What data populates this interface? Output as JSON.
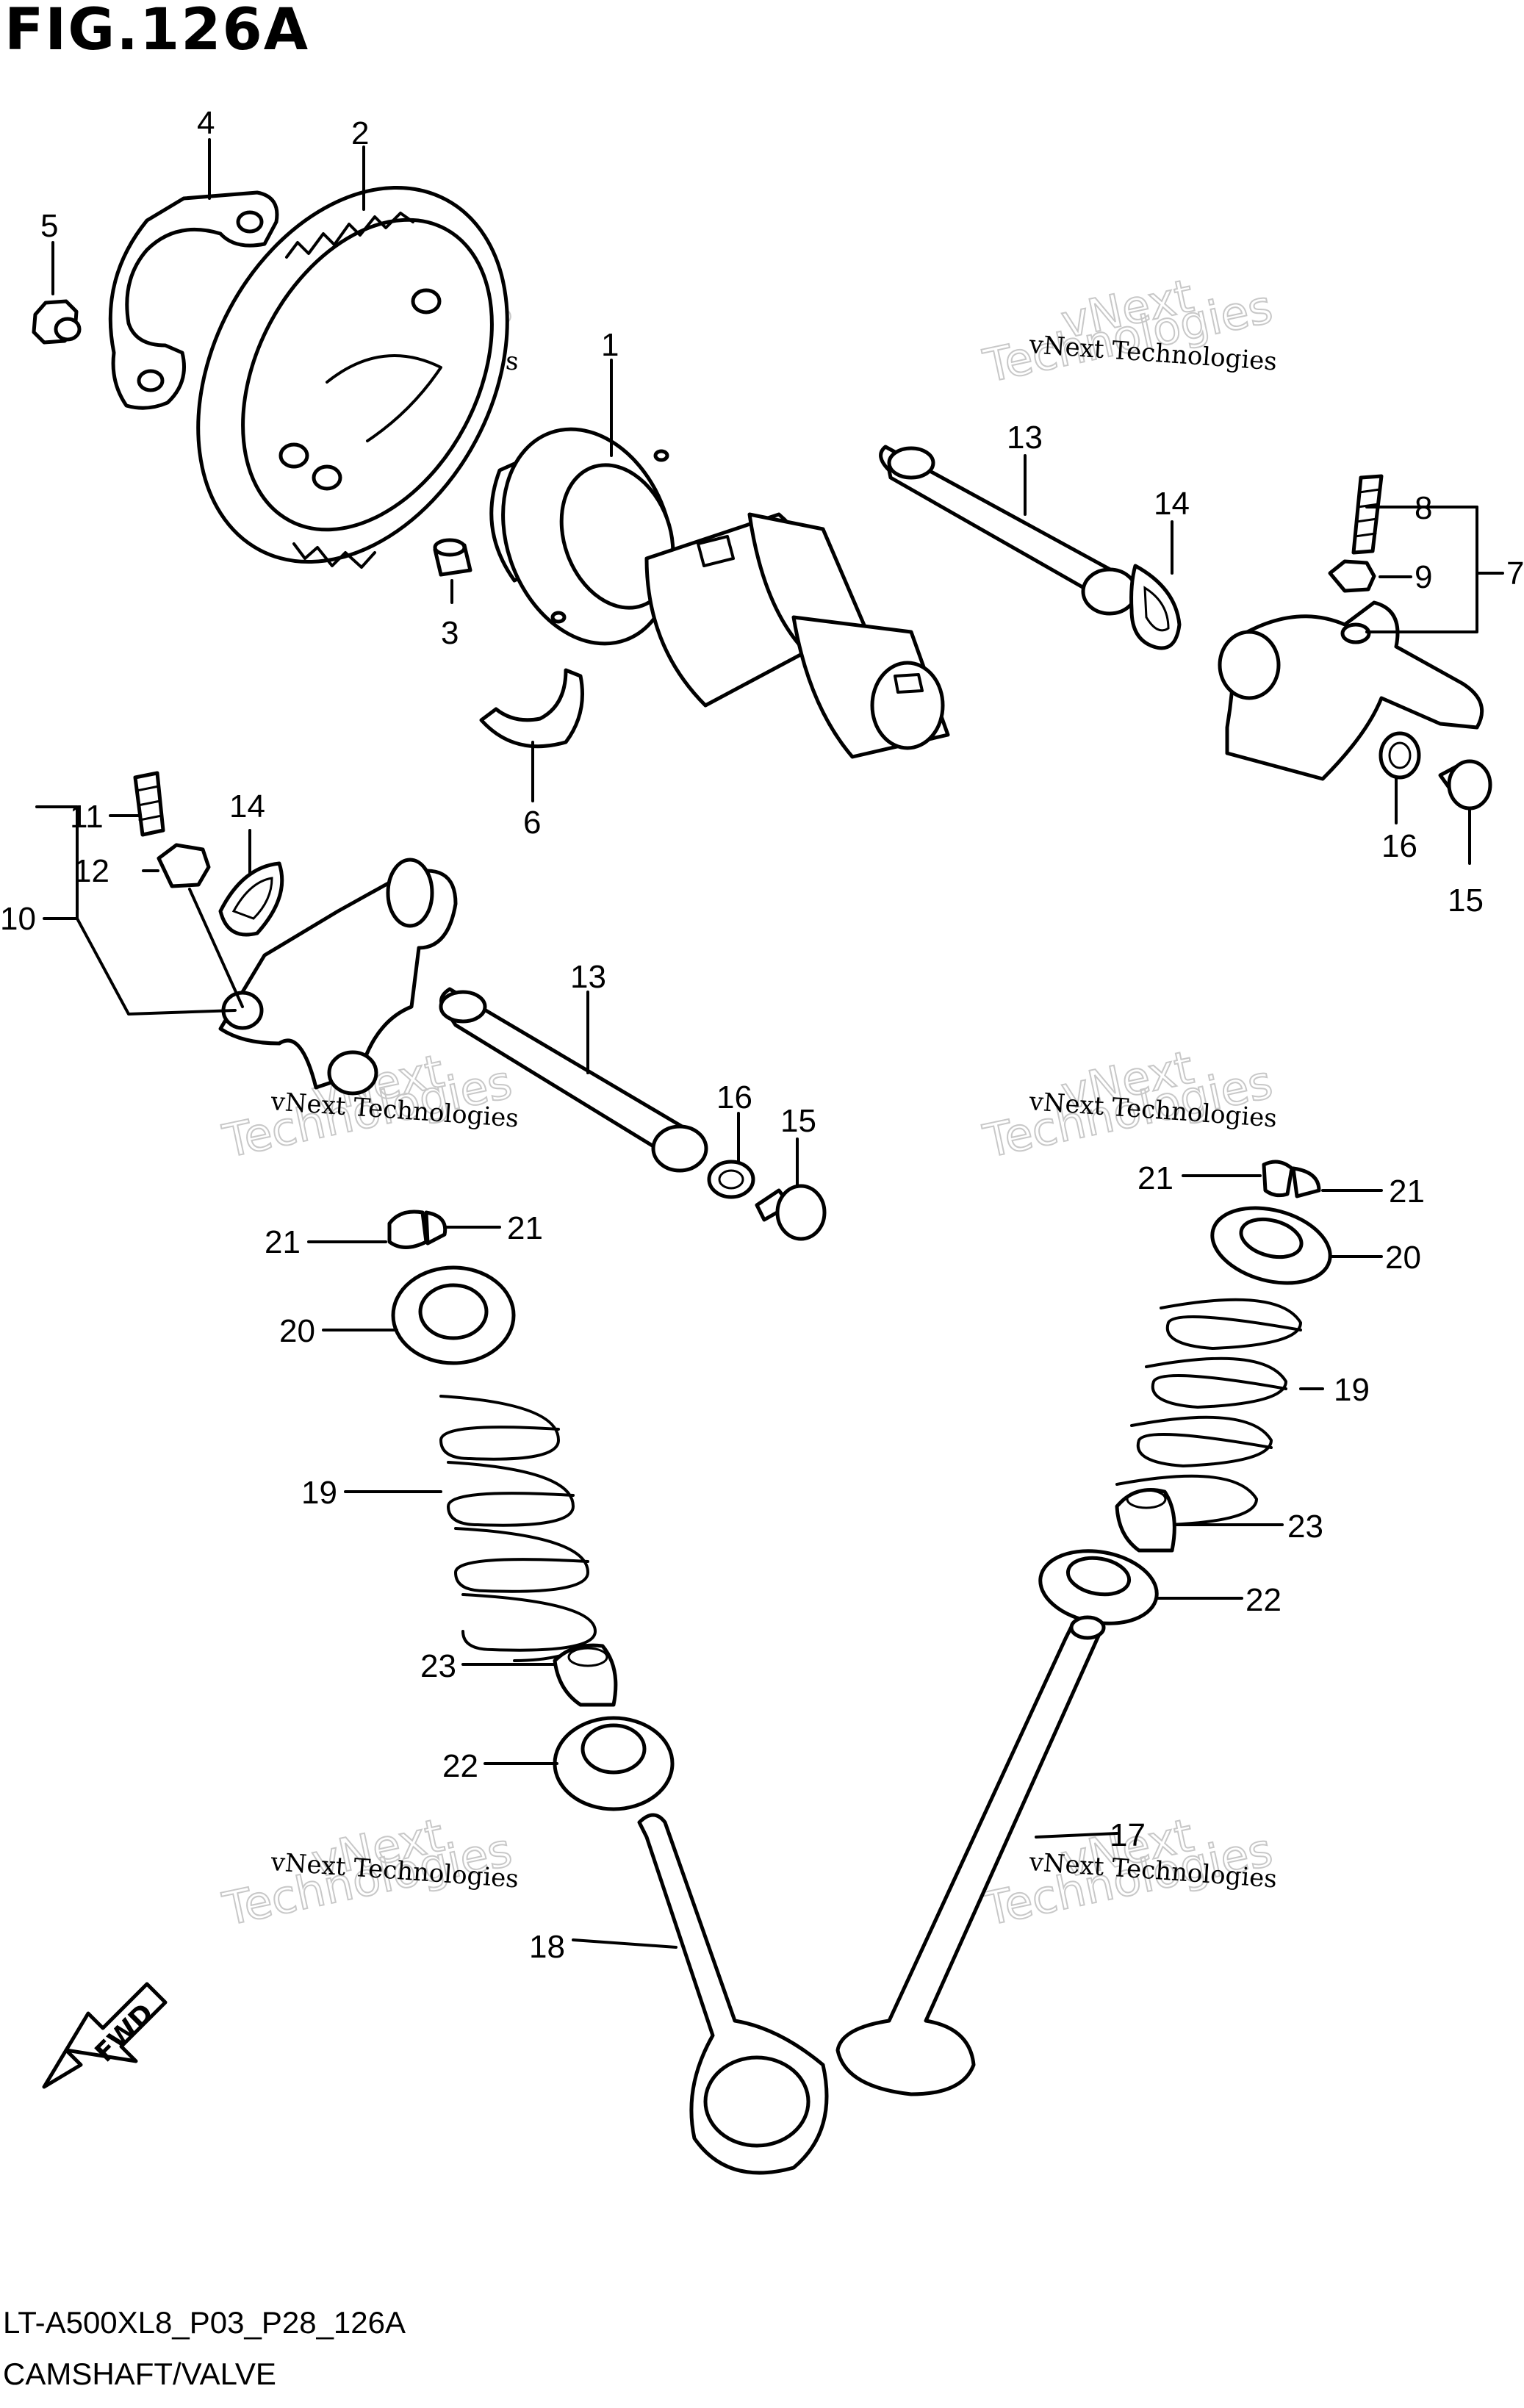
{
  "figure": {
    "title": "FIG.126A",
    "code": "LT-A500XL8_P03_P28_126A",
    "subtitle": "CAMSHAFT/VALVE"
  },
  "watermark": {
    "company": "vNext Technologies",
    "brand": "vNext",
    "word": "Technologies"
  },
  "callouts": {
    "c1": "1",
    "c2": "2",
    "c3": "3",
    "c4": "4",
    "c5": "5",
    "c6": "6",
    "c7": "7",
    "c8": "8",
    "c9": "9",
    "c10": "10",
    "c11": "11",
    "c12": "12",
    "c13a": "13",
    "c13b": "13",
    "c14a": "14",
    "c14b": "14",
    "c15a": "15",
    "c15b": "15",
    "c16a": "16",
    "c16b": "16",
    "c17": "17",
    "c18": "18",
    "c19a": "19",
    "c19b": "19",
    "c20a": "20",
    "c20b": "20",
    "c21a": "21",
    "c21b": "21",
    "c21c": "21",
    "c21d": "21",
    "c22a": "22",
    "c22b": "22",
    "c23a": "23",
    "c23b": "23"
  },
  "fwd_label": "FWD"
}
